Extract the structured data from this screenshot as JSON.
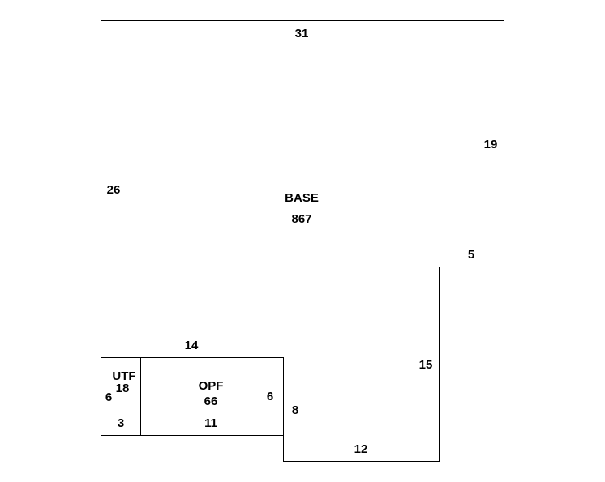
{
  "areas": {
    "base": {
      "name": "BASE",
      "value": "867"
    },
    "opf": {
      "name": "OPF",
      "value": "66"
    },
    "utf": {
      "name": "UTF",
      "value": "18"
    }
  },
  "dimensions": {
    "base_top": "31",
    "base_right_upper": "19",
    "base_left": "26",
    "base_notch_width": "5",
    "base_right_lower": "15",
    "base_bottom": "12",
    "base_step": "8",
    "opf_top": "14",
    "opf_right": "6",
    "opf_bottom": "11",
    "utf_left": "6",
    "utf_bottom": "3"
  },
  "colors": {
    "line": "#000000",
    "text": "#000000",
    "background": "#ffffff"
  }
}
